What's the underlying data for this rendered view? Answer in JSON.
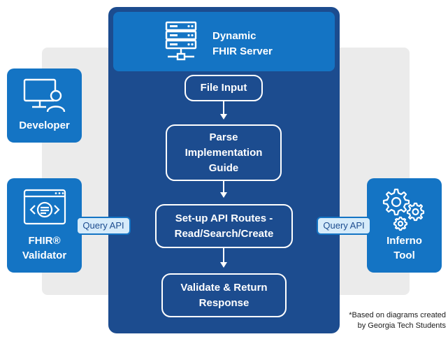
{
  "server": {
    "title": "Dynamic\nFHIR Server",
    "icon": "server-rack-icon"
  },
  "steps": [
    {
      "label": "File Input"
    },
    {
      "label": "Parse\nImplementation\nGuide"
    },
    {
      "label": "Set-up API Routes -\nRead/Search/Create"
    },
    {
      "label": "Validate & Return\nResponse"
    }
  ],
  "actors": {
    "developer": {
      "label": "Developer",
      "icon": "monitor-person-icon"
    },
    "validator": {
      "label": "FHIR®\nValidator",
      "icon": "code-window-icon"
    },
    "inferno": {
      "label": "Inferno\nTool",
      "icon": "gears-icon"
    }
  },
  "connectors": {
    "left_label": "Query API",
    "right_label": "Query API"
  },
  "footnote": "*Based on diagrams created\nby Georgia Tech Students",
  "colors": {
    "navy": "#1c4c8f",
    "blue": "#1474c4",
    "panel": "#ebebeb",
    "pill": "#d6ebfa"
  }
}
